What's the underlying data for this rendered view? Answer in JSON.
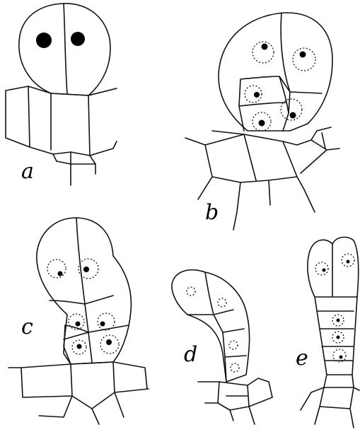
{
  "figure": {
    "panels": [
      {
        "id": "a",
        "label": "a"
      },
      {
        "id": "b",
        "label": "b"
      },
      {
        "id": "c",
        "label": "c"
      },
      {
        "id": "d",
        "label": "d"
      },
      {
        "id": "e",
        "label": "e"
      }
    ],
    "colors": {
      "line": "#111111",
      "background": "#ffffff",
      "stipple": "#555555"
    }
  }
}
